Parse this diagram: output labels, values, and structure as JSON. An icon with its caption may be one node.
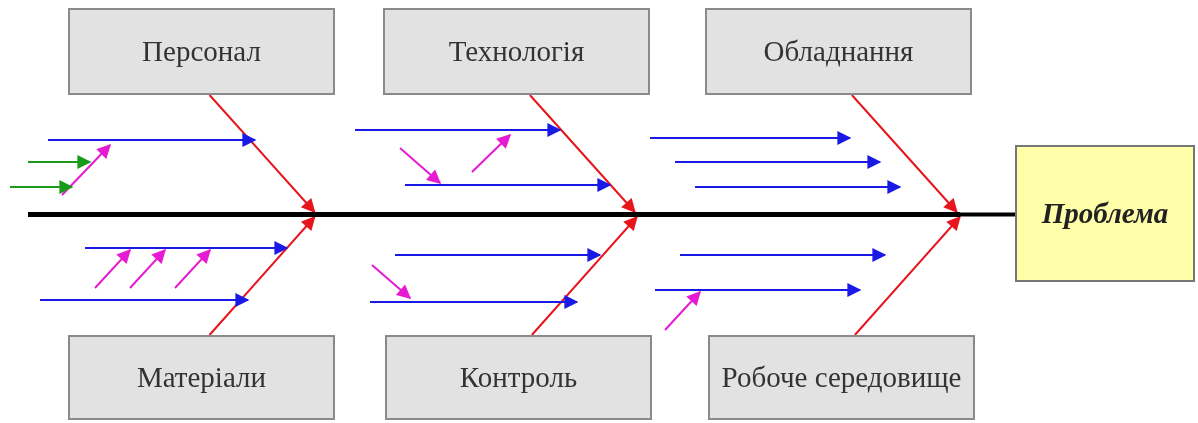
{
  "diagram": {
    "nodes": [
      {
        "text": [
          "Персонал"
        ]
      },
      {
        "text": [
          "Технологія"
        ]
      },
      {
        "text": [
          "Обладнання"
        ]
      },
      {
        "text": [],
        "shape": "bar"
      },
      {
        "text": [
          "Проблема"
        ]
      },
      {
        "text": [
          "Матеріали"
        ]
      },
      {
        "text": [
          "Контроль"
        ]
      },
      {
        "text": [
          "Робоче середовище"
        ]
      }
    ],
    "edges": [
      {
        "from": 0,
        "to": 3,
        "arrow": "to"
      },
      {
        "from": 1,
        "to": 3,
        "arrow": "to"
      },
      {
        "from": 2,
        "to": 3,
        "arrow": "to"
      },
      {
        "from": 5,
        "to": 3,
        "arrow": "to"
      },
      {
        "from": 6,
        "to": 3,
        "arrow": "to"
      },
      {
        "from": 7,
        "to": 3,
        "arrow": "to"
      },
      {
        "from": 3,
        "to": 4,
        "arrow": "none",
        "style": "thick",
        "color": "#000000"
      }
    ]
  }
}
